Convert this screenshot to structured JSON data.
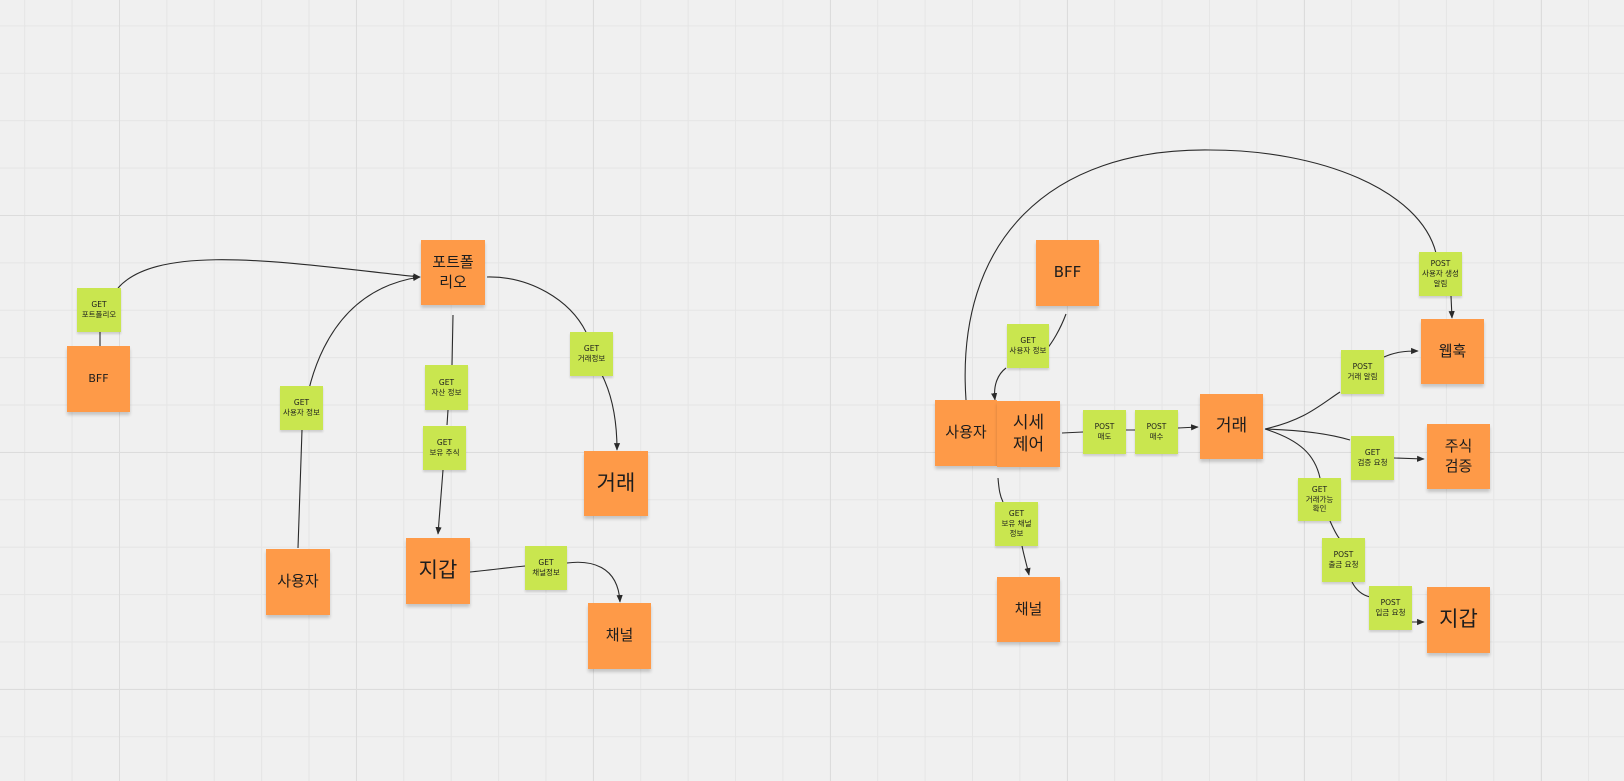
{
  "board": {
    "stickies": {
      "left_bff": "BFF",
      "left_portfolio": [
        "포트폴",
        "리오"
      ],
      "left_trade": "거래",
      "left_user": "사용자",
      "left_wallet": "지갑",
      "left_channel": "채널",
      "right_bff": "BFF",
      "right_user": "사용자",
      "right_price_control": [
        "시세",
        "제어"
      ],
      "right_trade": "거래",
      "right_channel": "채널",
      "right_webhook": "웹훅",
      "right_stock_verify": [
        "주식",
        "검증"
      ],
      "right_wallet": "지갑"
    },
    "api_labels": {
      "get_portfolio": [
        "GET",
        "포트폴리오"
      ],
      "get_user_info_left": [
        "GET",
        "사용자 정보"
      ],
      "get_asset_info": [
        "GET",
        "자산 정보"
      ],
      "get_holding_stocks": [
        "GET",
        "보유 주식"
      ],
      "get_trade_info": [
        "GET",
        "거래정보"
      ],
      "get_channel_info": [
        "GET",
        "채널정보"
      ],
      "get_user_info_right": [
        "GET",
        "사용자 정보"
      ],
      "post_sell": [
        "POST",
        "매도"
      ],
      "post_buy": [
        "POST",
        "매수"
      ],
      "get_holding_channel_info": [
        "GET",
        "보유 채널",
        "정보"
      ],
      "post_user_created_alert": [
        "POST",
        "사용자 생성",
        "알림"
      ],
      "post_trade_alert": [
        "POST",
        "거래 알림"
      ],
      "get_verify_request": [
        "GET",
        "검증 요청"
      ],
      "get_trade_available_check": [
        "GET",
        "거래가능",
        "확인"
      ],
      "post_withdraw_request": [
        "POST",
        "출금 요청"
      ],
      "post_deposit_request": [
        "POST",
        "입금 요청"
      ]
    }
  }
}
